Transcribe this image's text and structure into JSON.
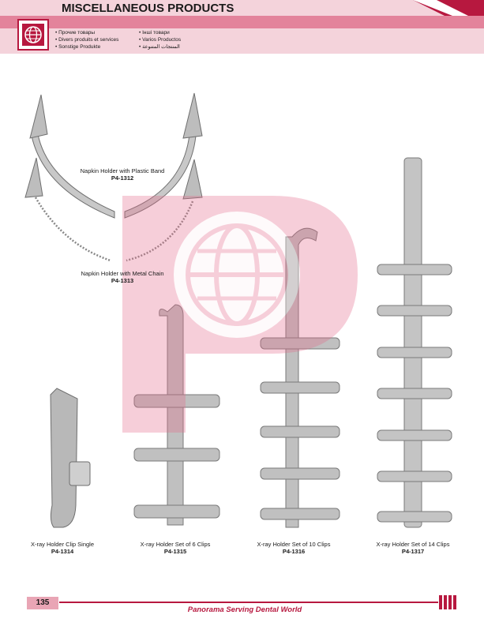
{
  "header": {
    "title": "MISCELLANEOUS PRODUCTS",
    "languages_col1": [
      "Прочие товары",
      "Divers produits et services",
      "Sonstige Produkte"
    ],
    "languages_col2": [
      "Інші товари",
      "Varios Productos",
      "المنتجات المتنوعة"
    ],
    "logo_icon": "globe-logo-icon",
    "brand_color": "#b7183f",
    "band_color": "#f4d3db"
  },
  "products": [
    {
      "name": "Napkin Holder with Plastic Band",
      "code": "P4-1312"
    },
    {
      "name": "Napkin Holder with Metal Chain",
      "code": "P4-1313"
    },
    {
      "name": "X-ray Holder Clip Single",
      "code": "P4-1314"
    },
    {
      "name": "X-ray Holder Set of 6 Clips",
      "code": "P4-1315"
    },
    {
      "name": "X-ray Holder Set of 10 Clips",
      "code": "P4-1316"
    },
    {
      "name": "X-ray Holder Set of 14 Clips",
      "code": "P4-1317"
    }
  ],
  "footer": {
    "page_number": "135",
    "slogan": "Panorama Serving Dental World"
  }
}
